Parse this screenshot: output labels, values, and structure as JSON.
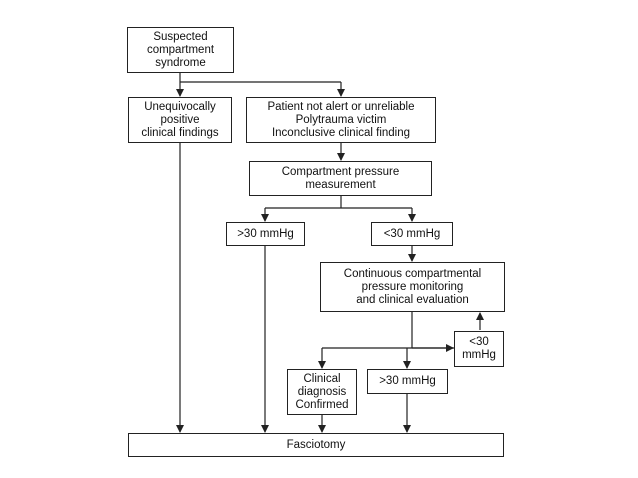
{
  "nodes": {
    "suspected": "Suspected\ncompartment\nsyndrome",
    "positive": "Unequivocally\npositive\nclinical findings",
    "not_alert": "Patient not alert or unreliable\nPolytrauma victim\nInconclusive clinical finding",
    "measurement": "Compartment pressure\nmeasurement",
    "gt30_a": ">30 mmHg",
    "lt30_a": "<30 mmHg",
    "monitoring": "Continuous compartmental\npressure monitoring\nand clinical evaluation",
    "lt30_b": "<30\nmmHg",
    "clinical_dx": "Clinical\ndiagnosis\nConfirmed",
    "gt30_b": ">30 mmHg",
    "fasciotomy": "Fasciotomy"
  }
}
